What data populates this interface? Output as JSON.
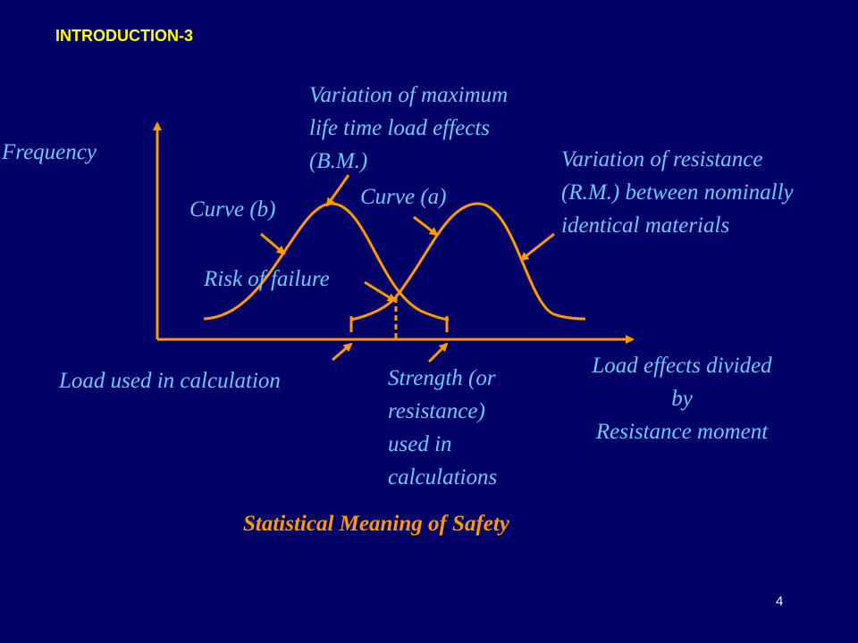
{
  "slide": {
    "title": "INTRODUCTION-3",
    "page_number": "4",
    "caption": "Statistical Meaning of Safety"
  },
  "labels": {
    "frequency": "Frequency",
    "variation_load_1": "Variation of maximum",
    "variation_load_2": "life time load effects",
    "variation_load_3": "(B.M.)",
    "variation_res_1": "Variation of resistance",
    "variation_res_2": "(R.M.) between nominally",
    "variation_res_3": "identical materials",
    "curve_a": "Curve (a)",
    "curve_b": "Curve (b)",
    "risk": "Risk of failure",
    "load_used": "Load used in calculation",
    "strength_1": "Strength (or",
    "strength_2": "resistance)",
    "strength_3": "used in",
    "strength_4": "calculations",
    "x_axis_1": "Load effects divided",
    "x_axis_2": "by",
    "x_axis_3": "Resistance moment"
  },
  "colors": {
    "background": "#000066",
    "title": "#ffff00",
    "label": "#66ccff",
    "lines": "#ff9900",
    "page_number": "#ffffff"
  }
}
